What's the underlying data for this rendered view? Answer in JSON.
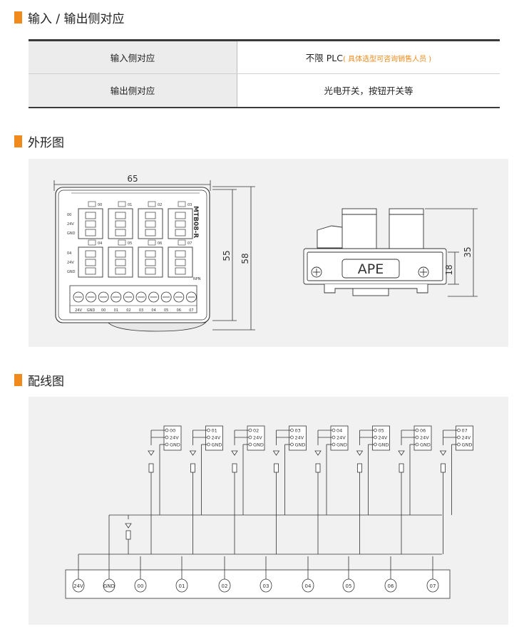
{
  "sections": {
    "io": "输入 / 输出侧对应",
    "outline": "外形图",
    "wiring": "配线图"
  },
  "spec_rows": [
    {
      "label": "输入侧对应",
      "value": "不限 PLC",
      "note": "( 具体选型可咨询销售人员 )"
    },
    {
      "label": "输出侧对应",
      "value": "光电开关，按钮开关等"
    }
  ],
  "dims": {
    "width": "65",
    "height_inner": "55",
    "height_outer": "58",
    "depth": "35",
    "base": "18"
  },
  "device": {
    "brand": "APE",
    "model": "MTB08-R",
    "channels": [
      "00",
      "01",
      "02",
      "03",
      "04",
      "05",
      "06",
      "07"
    ],
    "pin_labels": [
      "24V",
      "GND"
    ],
    "side_labels": [
      "00",
      "24V",
      "GND",
      "04",
      "24V",
      "GND"
    ],
    "corner_label": "NPN",
    "bottom_labels": [
      "24V",
      "GND",
      "00",
      "01",
      "02",
      "03",
      "04",
      "05",
      "06",
      "07"
    ]
  },
  "wiring": {
    "module_labels": [
      "00",
      "01",
      "02",
      "03",
      "04",
      "05",
      "06",
      "07"
    ],
    "pins": [
      "24V",
      "GND"
    ],
    "terminals": [
      "24V",
      "GND",
      "00",
      "01",
      "02",
      "03",
      "04",
      "05",
      "06",
      "07"
    ]
  },
  "colors": {
    "accent": "#f08a1c",
    "panel": "#f1f1f1",
    "rule": "#3a3a3a"
  }
}
